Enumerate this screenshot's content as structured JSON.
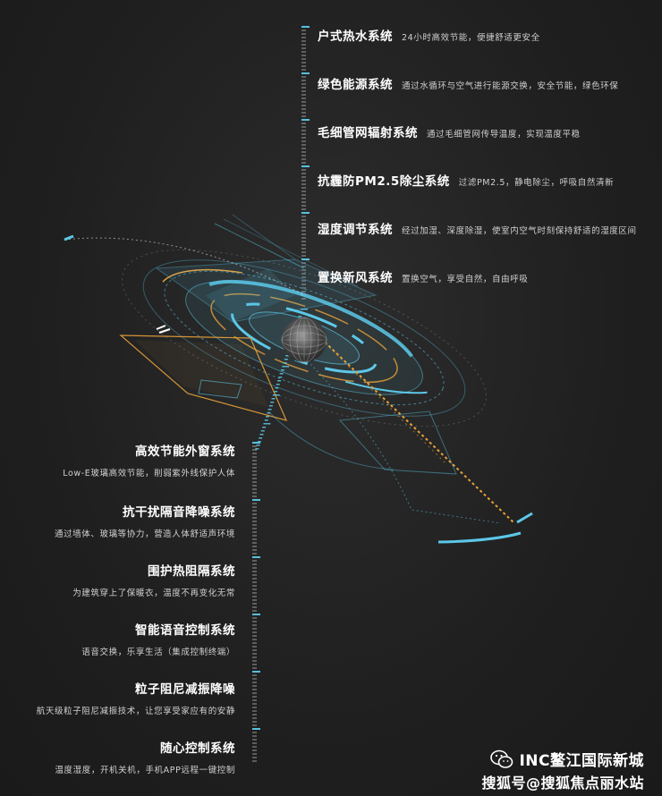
{
  "top_systems": [
    {
      "title": "户式热水系统",
      "desc": "24小时高效节能，便捷舒适更安全"
    },
    {
      "title": "绿色能源系统",
      "desc": "通过水循环与空气进行能源交换，安全节能，绿色环保"
    },
    {
      "title": "毛细管网辐射系统",
      "desc": "通过毛细管网传导温度，实现温度平稳"
    },
    {
      "title": "抗霾防PM2.5除尘系统",
      "desc": "过滤PM2.5，静电除尘，呼吸自然清新"
    },
    {
      "title": "湿度调节系统",
      "desc": "经过加湿、深度除湿，使室内空气时刻保持舒适的湿度区间"
    },
    {
      "title": "置换新风系统",
      "desc": "置换空气，享受自然，自由呼吸"
    }
  ],
  "bottom_systems": [
    {
      "title": "高效节能外窗系统",
      "desc": "Low-E玻璃高效节能，削弱紫外线保护人体"
    },
    {
      "title": "抗干扰隔音降噪系统",
      "desc": "通过墙体、玻璃等协力，营造人体舒适声环境"
    },
    {
      "title": "围护热阻隔系统",
      "desc": "为建筑穿上了保暖衣，温度不再变化无常"
    },
    {
      "title": "智能语音控制系统",
      "desc": "语音交换，乐享生活（集成控制终端）"
    },
    {
      "title": "粒子阻尼减振降噪",
      "desc": "航天级粒子阻尼减振技术，让您享受家应有的安静"
    },
    {
      "title": "随心控制系统",
      "desc": "温度湿度，开机关机，手机APP远程一键控制"
    }
  ],
  "watermark": {
    "line1": "INC鳌江国际新城",
    "line2": "搜狐号@搜狐焦点丽水站"
  },
  "colors": {
    "cyan": "#5cc8e8",
    "orange": "#e8a23a",
    "text": "#ffffff"
  }
}
